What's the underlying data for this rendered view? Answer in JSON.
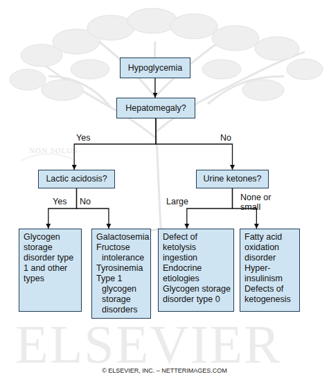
{
  "diagram": {
    "nodes": [
      {
        "text": [
          "Hypoglycemia"
        ]
      },
      {
        "text": [
          "Hepatomegaly?"
        ]
      },
      {
        "text": [
          "Lactic acidosis?"
        ]
      },
      {
        "text": [
          "Urine ketones?"
        ]
      },
      {
        "text": [
          "Glycogen storage disorder type 1 and other types"
        ]
      },
      {
        "text": [
          "Galactosemia",
          "Fructose intolerance",
          "Tyrosinemia",
          "Type 1 glycogen storage disorders"
        ]
      },
      {
        "text": [
          "Defect of ketolysis",
          "ingestion",
          "Endocrine etiologies",
          "Glycogen storage disorder type 0"
        ]
      },
      {
        "text": [
          "Fatty acid oxidation disorder",
          "Hyper-insulinism",
          "Defects of ketogenesis"
        ]
      }
    ],
    "edges": [
      {
        "from": 0,
        "to": 1,
        "arrow": "to"
      },
      {
        "from": 1,
        "to": 2,
        "label": "Yes",
        "arrow": "to"
      },
      {
        "from": 1,
        "to": 3,
        "label": "No",
        "arrow": "to"
      },
      {
        "from": 2,
        "to": 4,
        "label": "Yes",
        "arrow": "to"
      },
      {
        "from": 2,
        "to": 5,
        "label": "No",
        "arrow": "to"
      },
      {
        "from": 3,
        "to": 6,
        "label": "Large",
        "arrow": "to"
      },
      {
        "from": 3,
        "to": 7,
        "label": "None or small",
        "arrow": "to"
      }
    ],
    "labels": [
      "NON SOLUS",
      "ELSEVIER",
      "© ELSEVIER, INC. – NETTERIMAGES.COM"
    ]
  }
}
